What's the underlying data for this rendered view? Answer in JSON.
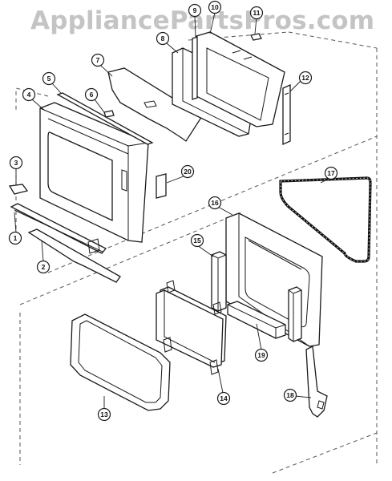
{
  "watermark": "AppliancePartsPros.com",
  "callouts": [
    {
      "id": "1",
      "label": "1"
    },
    {
      "id": "2",
      "label": "2"
    },
    {
      "id": "3",
      "label": "3"
    },
    {
      "id": "4",
      "label": "4"
    },
    {
      "id": "5",
      "label": "5"
    },
    {
      "id": "6",
      "label": "6"
    },
    {
      "id": "7",
      "label": "7"
    },
    {
      "id": "8",
      "label": "8"
    },
    {
      "id": "9",
      "label": "9"
    },
    {
      "id": "10",
      "label": "10"
    },
    {
      "id": "11",
      "label": "11"
    },
    {
      "id": "12",
      "label": "12"
    },
    {
      "id": "13",
      "label": "13"
    },
    {
      "id": "14",
      "label": "14"
    },
    {
      "id": "15",
      "label": "15"
    },
    {
      "id": "16",
      "label": "16"
    },
    {
      "id": "17",
      "label": "17"
    },
    {
      "id": "18",
      "label": "18"
    },
    {
      "id": "19",
      "label": "19"
    },
    {
      "id": "20",
      "label": "20"
    }
  ]
}
